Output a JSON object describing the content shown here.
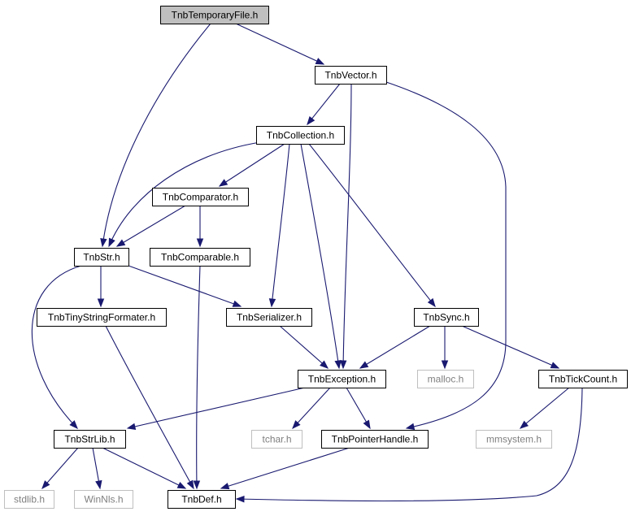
{
  "graph": {
    "nodes": [
      {
        "id": "temporaryfile",
        "label": "TnbTemporaryFile.h",
        "kind": "root"
      },
      {
        "id": "vector",
        "label": "TnbVector.h",
        "kind": "local"
      },
      {
        "id": "collection",
        "label": "TnbCollection.h",
        "kind": "local"
      },
      {
        "id": "comparator",
        "label": "TnbComparator.h",
        "kind": "local"
      },
      {
        "id": "str",
        "label": "TnbStr.h",
        "kind": "local"
      },
      {
        "id": "comparable",
        "label": "TnbComparable.h",
        "kind": "local"
      },
      {
        "id": "tinystringformater",
        "label": "TnbTinyStringFormater.h",
        "kind": "local"
      },
      {
        "id": "serializer",
        "label": "TnbSerializer.h",
        "kind": "local"
      },
      {
        "id": "sync",
        "label": "TnbSync.h",
        "kind": "local"
      },
      {
        "id": "exception",
        "label": "TnbException.h",
        "kind": "local"
      },
      {
        "id": "malloc",
        "label": "malloc.h",
        "kind": "external"
      },
      {
        "id": "tickcount",
        "label": "TnbTickCount.h",
        "kind": "local"
      },
      {
        "id": "strlib",
        "label": "TnbStrLib.h",
        "kind": "local"
      },
      {
        "id": "tchar",
        "label": "tchar.h",
        "kind": "external"
      },
      {
        "id": "pointerhandle",
        "label": "TnbPointerHandle.h",
        "kind": "local"
      },
      {
        "id": "mmsystem",
        "label": "mmsystem.h",
        "kind": "external"
      },
      {
        "id": "stdlib",
        "label": "stdlib.h",
        "kind": "external"
      },
      {
        "id": "winnls",
        "label": "WinNls.h",
        "kind": "external"
      },
      {
        "id": "def",
        "label": "TnbDef.h",
        "kind": "local"
      }
    ],
    "edges": [
      {
        "from": "temporaryfile",
        "to": "vector"
      },
      {
        "from": "temporaryfile",
        "to": "str"
      },
      {
        "from": "vector",
        "to": "collection"
      },
      {
        "from": "vector",
        "to": "exception"
      },
      {
        "from": "vector",
        "to": "pointerhandle"
      },
      {
        "from": "collection",
        "to": "comparator"
      },
      {
        "from": "collection",
        "to": "str"
      },
      {
        "from": "collection",
        "to": "serializer"
      },
      {
        "from": "collection",
        "to": "exception"
      },
      {
        "from": "collection",
        "to": "sync"
      },
      {
        "from": "comparator",
        "to": "str"
      },
      {
        "from": "comparator",
        "to": "comparable"
      },
      {
        "from": "comparable",
        "to": "def"
      },
      {
        "from": "str",
        "to": "tinystringformater"
      },
      {
        "from": "str",
        "to": "serializer"
      },
      {
        "from": "str",
        "to": "strlib"
      },
      {
        "from": "tinystringformater",
        "to": "def"
      },
      {
        "from": "serializer",
        "to": "exception"
      },
      {
        "from": "sync",
        "to": "exception"
      },
      {
        "from": "sync",
        "to": "malloc"
      },
      {
        "from": "sync",
        "to": "tickcount"
      },
      {
        "from": "exception",
        "to": "strlib"
      },
      {
        "from": "exception",
        "to": "tchar"
      },
      {
        "from": "exception",
        "to": "pointerhandle"
      },
      {
        "from": "tickcount",
        "to": "mmsystem"
      },
      {
        "from": "tickcount",
        "to": "def"
      },
      {
        "from": "strlib",
        "to": "stdlib"
      },
      {
        "from": "strlib",
        "to": "winnls"
      },
      {
        "from": "strlib",
        "to": "def"
      },
      {
        "from": "pointerhandle",
        "to": "def"
      }
    ]
  }
}
